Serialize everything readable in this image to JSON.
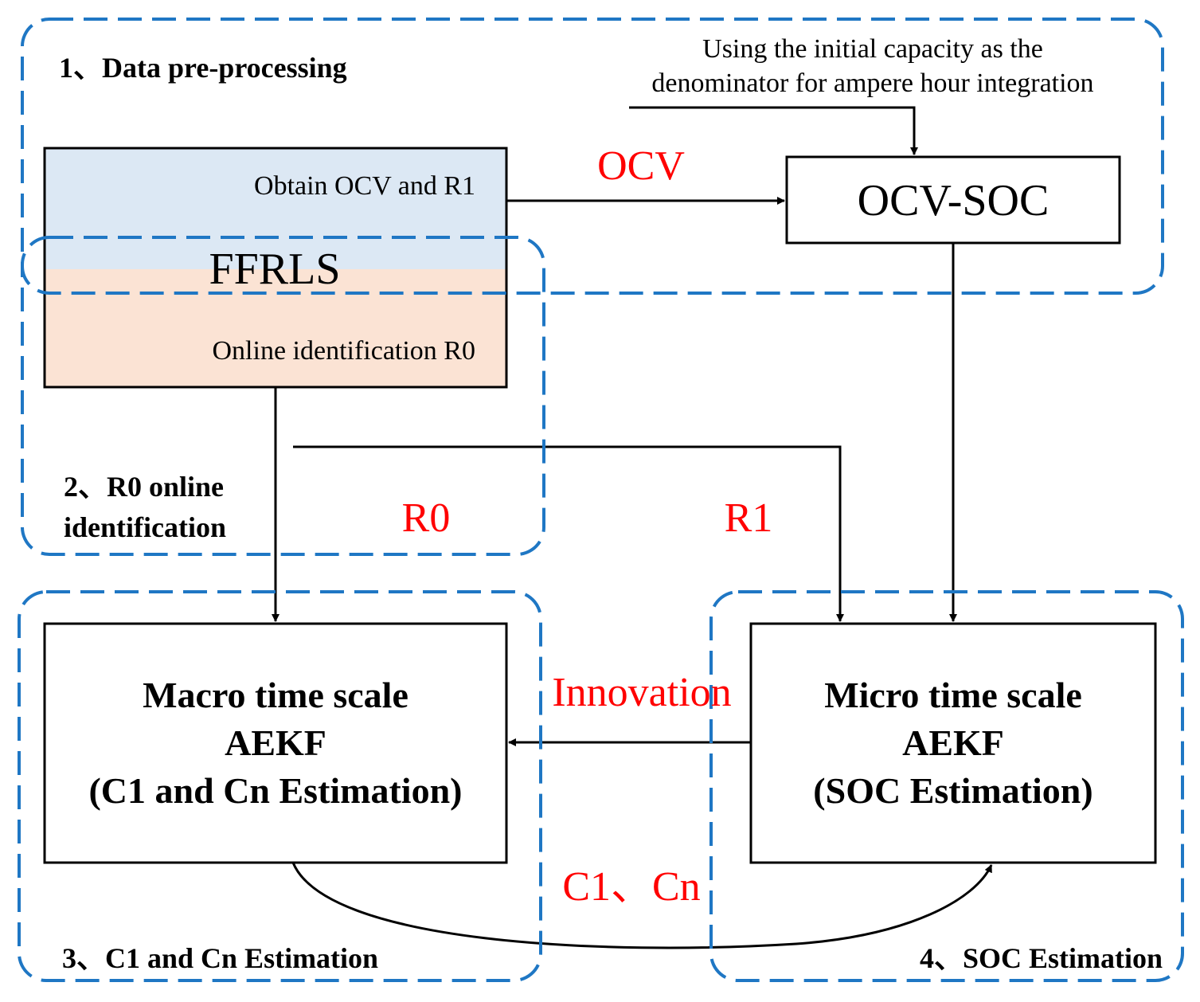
{
  "regions": {
    "data_preprocessing": "1、Data pre-processing",
    "r0_identification_line1": "2、R0 online",
    "r0_identification_line2": "identification",
    "c1_cn_estimation": "3、C1 and Cn Estimation",
    "soc_estimation": "4、SOC Estimation"
  },
  "nodes": {
    "ffrls": {
      "top_label": "Obtain OCV and R1",
      "center_label": "FFRLS",
      "bottom_label": "Online identification R0"
    },
    "ocv_soc": {
      "label": "OCV-SOC"
    },
    "macro": {
      "line1": "Macro time scale",
      "line2": "AEKF",
      "line3": "(C1 and Cn Estimation)"
    },
    "micro": {
      "line1": "Micro time scale",
      "line2": "AEKF",
      "line3": "(SOC Estimation)"
    }
  },
  "annotation": {
    "line1": "Using the initial capacity as the",
    "line2": "denominator for ampere hour integration"
  },
  "edge_labels": {
    "ocv": "OCV",
    "r0": "R0",
    "r1": "R1",
    "innovation": "Innovation",
    "c1_cn": "C1、Cn"
  },
  "colors": {
    "region_border": "#1f77c4",
    "edge_label": "#ff0000",
    "ffrls_top_fill": "#dce8f4",
    "ffrls_bottom_fill": "#fbe3d4",
    "stroke": "#000000"
  }
}
